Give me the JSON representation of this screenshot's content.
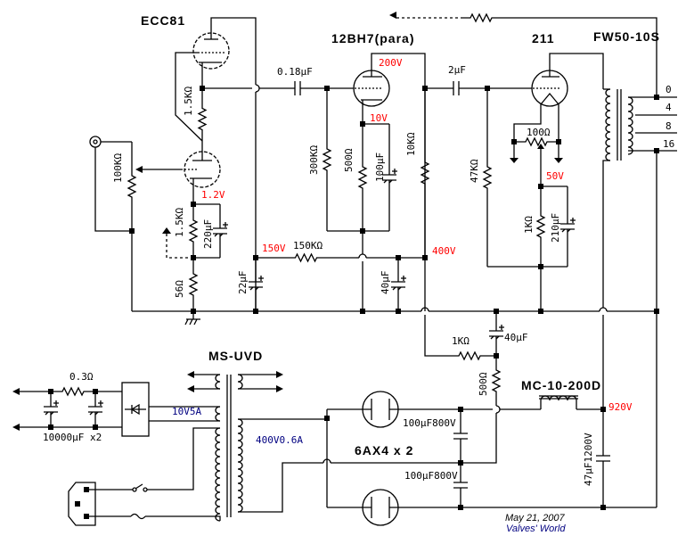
{
  "title_tubes": {
    "ecc81": "ECC81",
    "bh7": "12BH7(para)",
    "t211": "211",
    "ax4": "6AX4 x 2"
  },
  "transformers": {
    "output": "FW50-10S",
    "power": "MS-UVD",
    "choke": "MC-10-200D"
  },
  "taps": [
    "0",
    "4",
    "8",
    "16"
  ],
  "components": {
    "c_coupling1": "0.18µF",
    "c_coupling2": "2µF",
    "r_ecc_plate": "1.5KΩ",
    "r_vol": "100KΩ",
    "r_ecc_k": "1.5KΩ",
    "c_ecc_k": "220µF",
    "r_56": "56Ω",
    "c_22": "22µF",
    "r_150k": "150KΩ",
    "r_300k": "300KΩ",
    "r_500": "500Ω",
    "c_100": "100µF",
    "r_10k": "10KΩ",
    "c_40a": "40µF",
    "r_47k": "47KΩ",
    "r_hum": "100Ω",
    "r_1k": "1KΩ",
    "c_210": "210µF",
    "r_1k_ps": "1KΩ",
    "c_40b": "40µF",
    "r_500_ps": "500Ω",
    "c_800a": "100µF800V",
    "c_800b": "100µF800V",
    "c_1200": "47µF1200V",
    "r_03": "0.3Ω",
    "c_10000": "10000µF x2"
  },
  "voltages": {
    "v200": "200V",
    "v10": "10V",
    "v1_2": "1.2V",
    "v150": "150V",
    "v400": "400V",
    "v50": "50V",
    "v920": "920V"
  },
  "windings": {
    "heater": "10V5A",
    "hv": "400V0.6A"
  },
  "footer": {
    "date": "May 21, 2007",
    "author": "Valves' World"
  },
  "colors": {
    "voltage": "#ff0000",
    "winding": "#000080"
  }
}
